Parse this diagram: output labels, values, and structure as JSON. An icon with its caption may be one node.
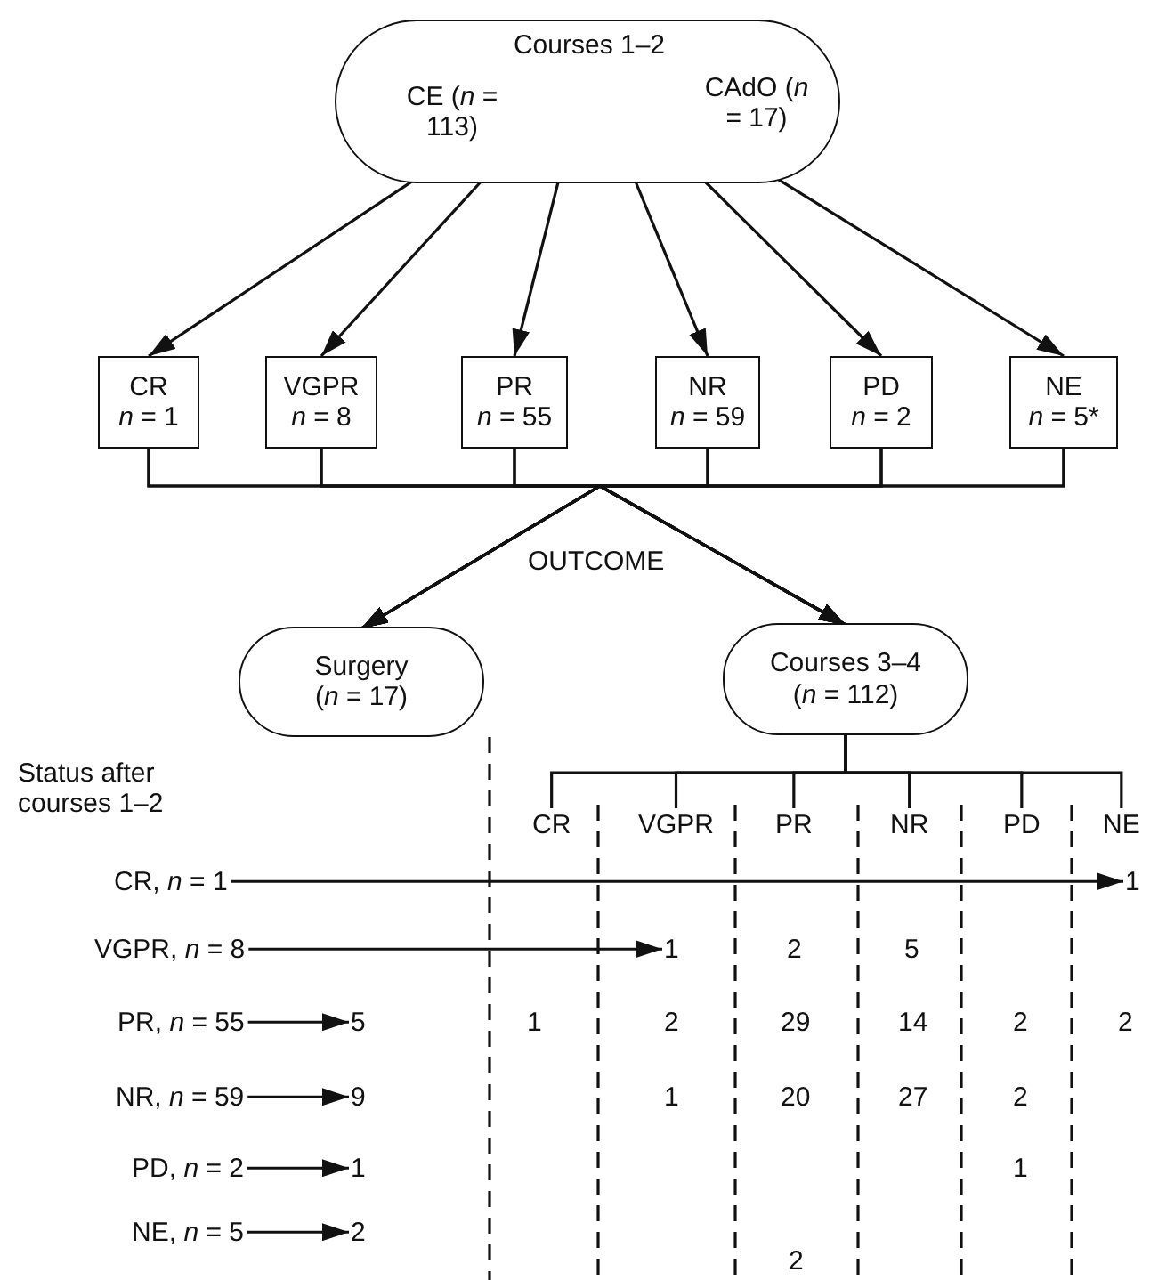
{
  "diagram": {
    "nodes": [
      {
        "text": [
          "Courses 1–2",
          "CE (*n* = 113)",
          "CAdO (*n* = 17)"
        ]
      },
      {
        "text": [
          "CR",
          "*n* = 1"
        ]
      },
      {
        "text": [
          "VGPR",
          "*n* = 8"
        ]
      },
      {
        "text": [
          "PR",
          "*n* = 55"
        ]
      },
      {
        "text": [
          "NR",
          "*n* = 59"
        ]
      },
      {
        "text": [
          "PD",
          "*n* = 2"
        ]
      },
      {
        "text": [
          "NE",
          "*n* = 5*"
        ]
      },
      {
        "text": [
          "Surgery",
          "(*n* = 17)"
        ]
      },
      {
        "text": [
          "Courses 3–4",
          "(*n* = 112)"
        ]
      },
      {
        "text": [
          "CR"
        ]
      },
      {
        "text": [
          "VGPR"
        ]
      },
      {
        "text": [
          "PR"
        ]
      },
      {
        "text": [
          "NR"
        ]
      },
      {
        "text": [
          "PD"
        ]
      },
      {
        "text": [
          "NE"
        ]
      },
      {
        "text": [
          "CR, *n* = 1"
        ]
      },
      {
        "text": [
          "1"
        ]
      },
      {
        "text": [
          "VGPR, *n* = 8"
        ]
      },
      {
        "text": [
          "1"
        ]
      },
      {
        "text": [
          "PR, *n* = 55"
        ]
      },
      {
        "text": [
          "5"
        ]
      },
      {
        "text": [
          "NR, *n* = 59"
        ]
      },
      {
        "text": [
          "9"
        ]
      },
      {
        "text": [
          "PD, *n* = 2"
        ]
      },
      {
        "text": [
          "1"
        ]
      },
      {
        "text": [
          "NE, *n* = 5"
        ]
      },
      {
        "text": [
          "2"
        ]
      }
    ],
    "edges": [
      {
        "from": 0,
        "to": 1,
        "arrow": "to"
      },
      {
        "from": 0,
        "to": 2,
        "arrow": "to"
      },
      {
        "from": 0,
        "to": 3,
        "arrow": "to"
      },
      {
        "from": 0,
        "to": 4,
        "arrow": "to"
      },
      {
        "from": 0,
        "to": 5,
        "arrow": "to"
      },
      {
        "from": 0,
        "to": 6,
        "arrow": "to"
      },
      {
        "from": 1,
        "to": 7,
        "arrow": "to"
      },
      {
        "from": 1,
        "to": 8,
        "arrow": "to"
      },
      {
        "from": 2,
        "to": 7,
        "arrow": "to"
      },
      {
        "from": 2,
        "to": 8,
        "arrow": "to"
      },
      {
        "from": 3,
        "to": 7,
        "arrow": "to"
      },
      {
        "from": 3,
        "to": 8,
        "arrow": "to"
      },
      {
        "from": 4,
        "to": 7,
        "arrow": "to"
      },
      {
        "from": 4,
        "to": 8,
        "arrow": "to"
      },
      {
        "from": 5,
        "to": 7,
        "arrow": "to"
      },
      {
        "from": 5,
        "to": 8,
        "arrow": "to"
      },
      {
        "from": 6,
        "to": 7,
        "arrow": "to"
      },
      {
        "from": 6,
        "to": 8,
        "arrow": "to"
      },
      {
        "from": 8,
        "to": 9,
        "arrow": "none"
      },
      {
        "from": 8,
        "to": 10,
        "arrow": "none"
      },
      {
        "from": 8,
        "to": 11,
        "arrow": "none"
      },
      {
        "from": 8,
        "to": 12,
        "arrow": "none"
      },
      {
        "from": 8,
        "to": 13,
        "arrow": "none"
      },
      {
        "from": 8,
        "to": 14,
        "arrow": "none"
      },
      {
        "from": 15,
        "to": 16,
        "arrow": "to"
      },
      {
        "from": 17,
        "to": 18,
        "arrow": "to"
      },
      {
        "from": 19,
        "to": 20,
        "arrow": "to"
      },
      {
        "from": 21,
        "to": 22,
        "arrow": "to"
      },
      {
        "from": 23,
        "to": 24,
        "arrow": "to"
      },
      {
        "from": 25,
        "to": 26,
        "arrow": "to"
      }
    ],
    "labels": [
      "OUTCOME",
      "Status after courses 1–2",
      "2",
      "5",
      "1",
      "2",
      "29",
      "14",
      "2",
      "2",
      "1",
      "20",
      "27",
      "2",
      "1",
      "2"
    ]
  }
}
